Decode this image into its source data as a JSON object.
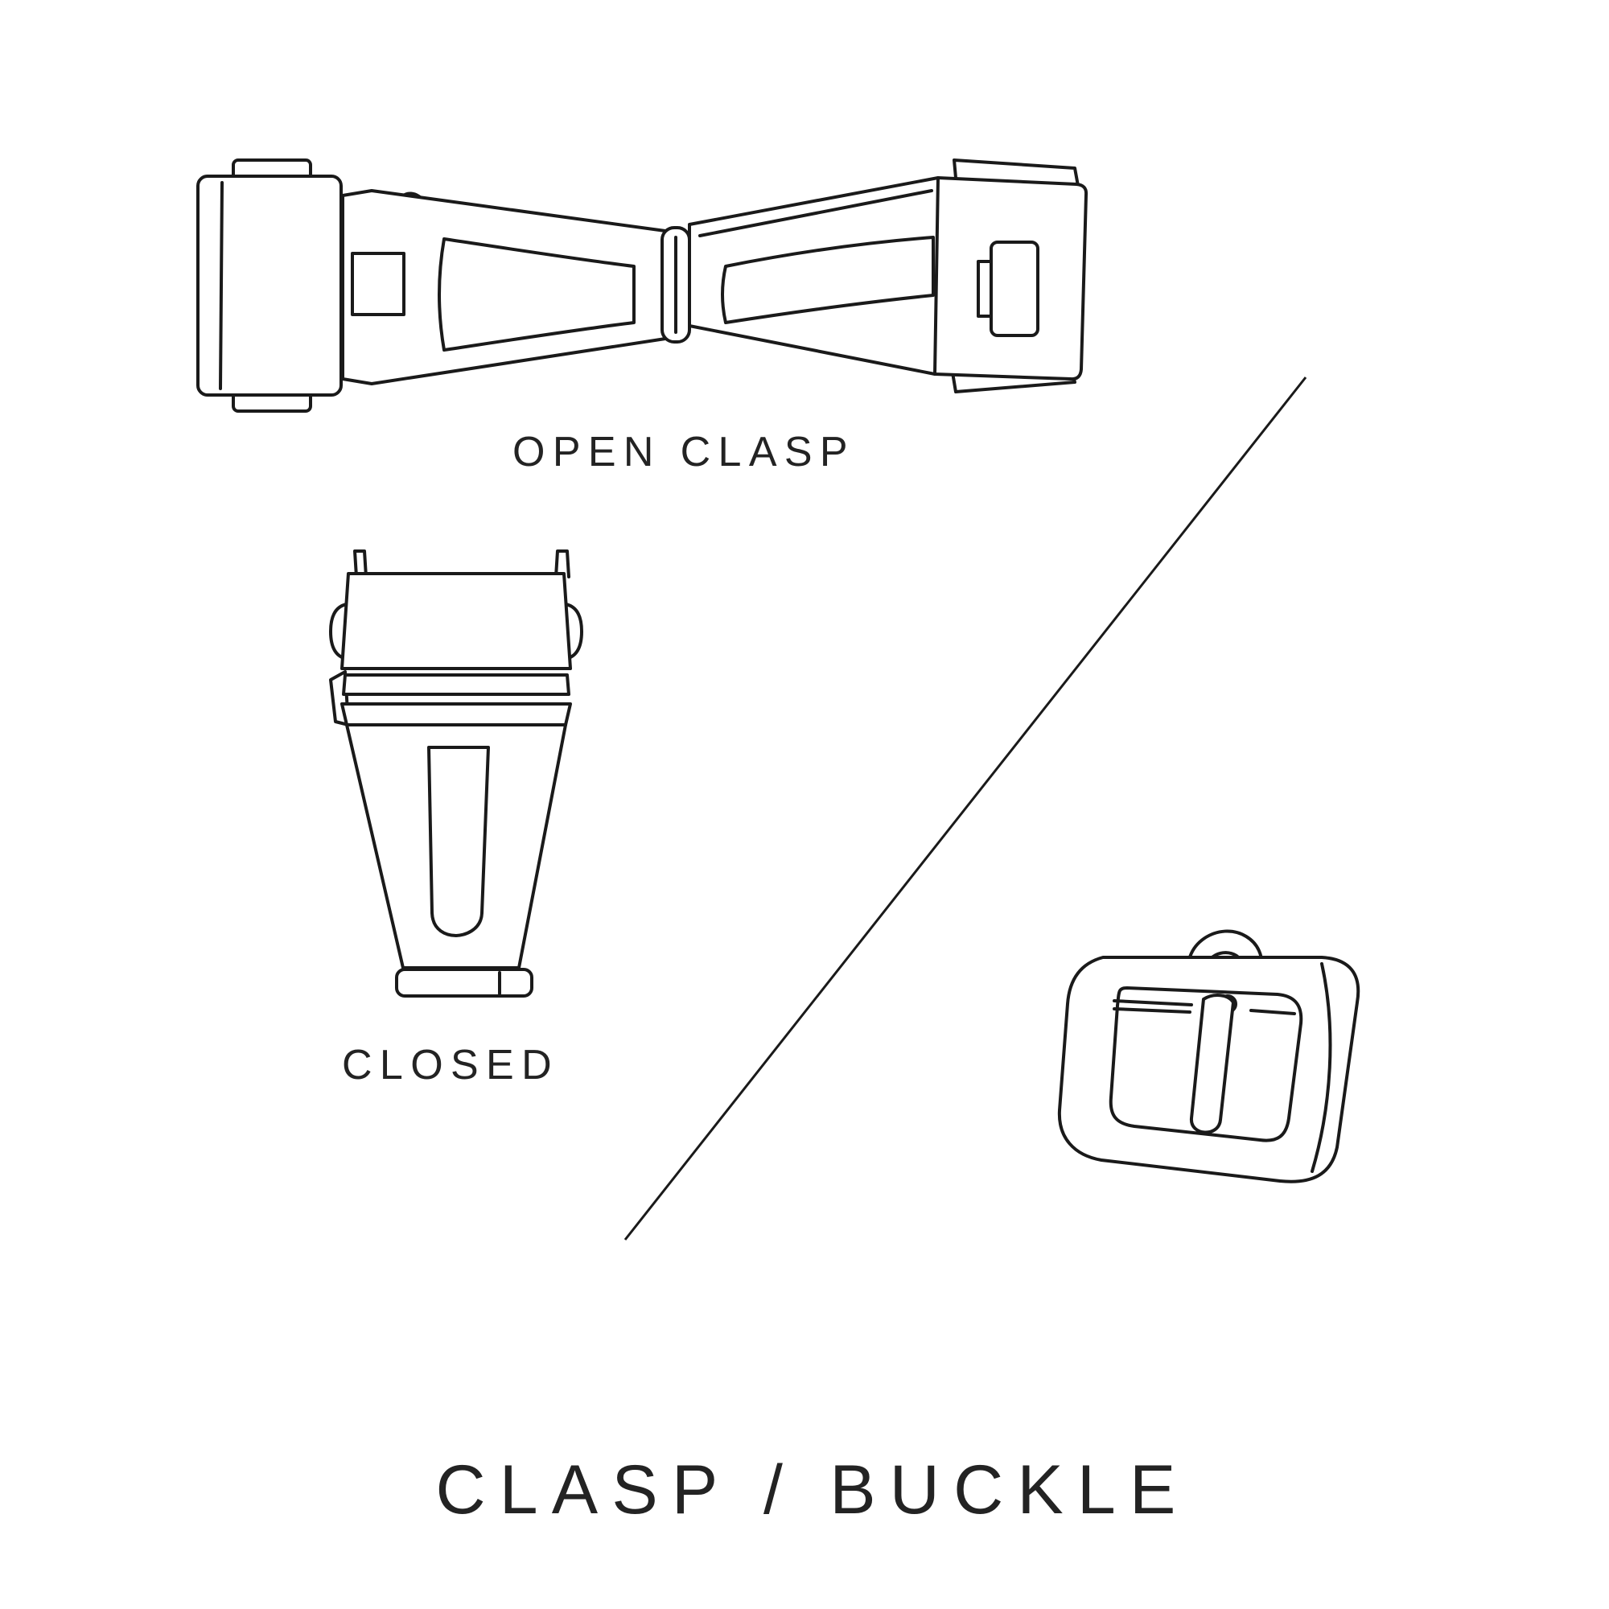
{
  "title": "CLASP / BUCKLE",
  "labels": {
    "open_clasp": "OPEN CLASP",
    "closed": "CLOSED"
  },
  "colors": {
    "background": "#ffffff",
    "line": "#1a1a1a",
    "text": "#232323"
  },
  "illustrations": [
    "open-clasp-illustration",
    "closed-clasp-illustration",
    "buckle-illustration",
    "diagonal-divider-line"
  ]
}
